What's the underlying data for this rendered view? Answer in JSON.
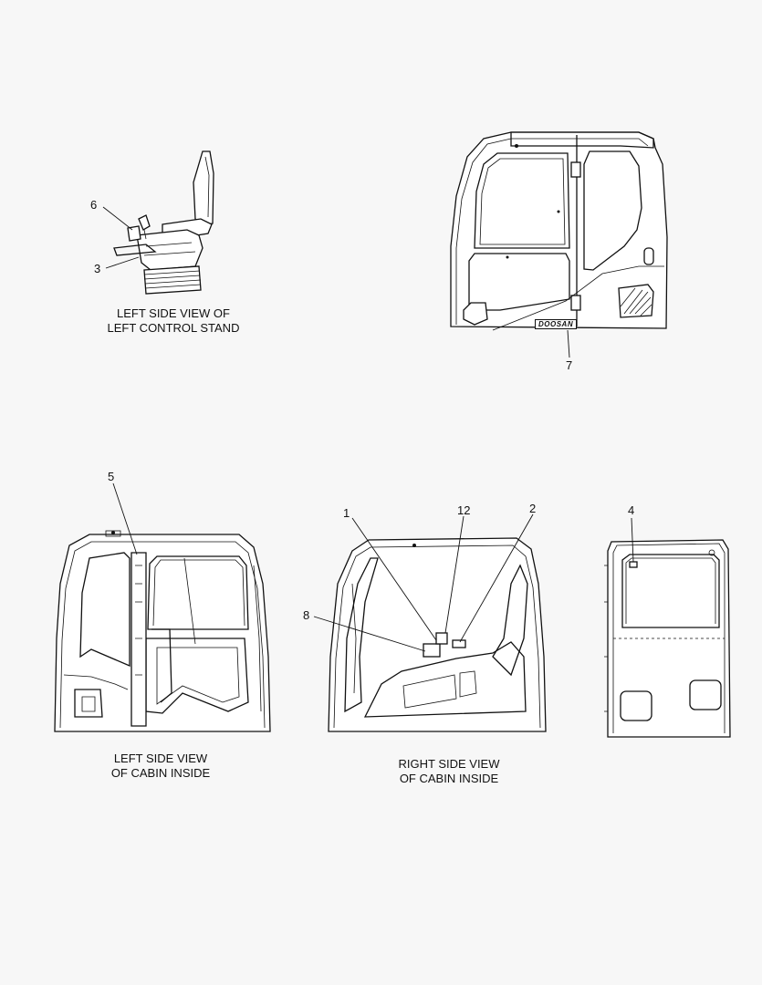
{
  "captions": {
    "control_stand": [
      "LEFT SIDE VIEW OF",
      "LEFT CONTROL STAND"
    ],
    "cabin_left": [
      "LEFT SIDE VIEW",
      "OF CABIN INSIDE"
    ],
    "cabin_right": [
      "RIGHT SIDE VIEW",
      "OF CABIN INSIDE"
    ]
  },
  "callouts": {
    "c6": "6",
    "c3": "3",
    "c7": "7",
    "c5": "5",
    "c1": "1",
    "c12": "12",
    "c2": "2",
    "c8": "8",
    "c4": "4"
  },
  "logo_text": "DOOSAN"
}
